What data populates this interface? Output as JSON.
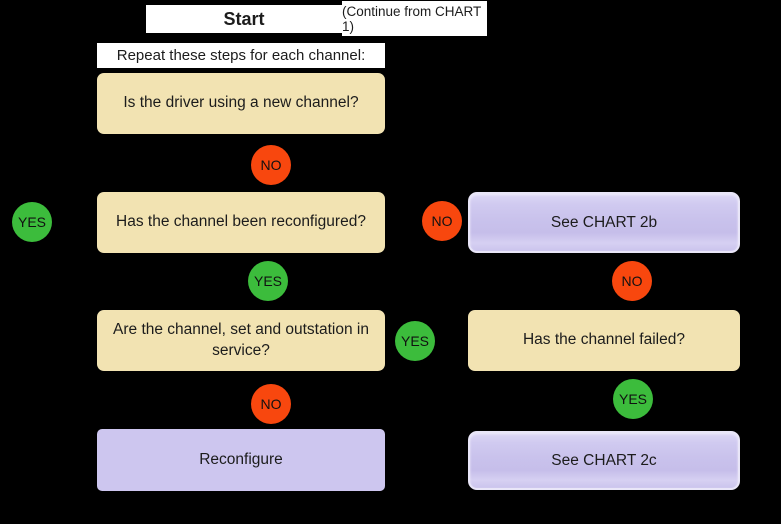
{
  "header": {
    "start_label": "Start",
    "continue_label": "(Continue from CHART 1)"
  },
  "instruction": "Repeat these steps for each channel:",
  "nodes": {
    "q_new_channel": "Is the driver using a new channel?",
    "q_reconfigured": "Has the channel been reconfigured?",
    "q_in_service": "Are the channel, set and outstation in service?",
    "q_failed": "Has the channel failed?",
    "see_chart_2b": "See CHART 2b",
    "reconfigure": "Reconfigure",
    "see_chart_2c": "See CHART 2c"
  },
  "labels": {
    "yes": "YES",
    "no": "NO"
  },
  "colors": {
    "background": "#000000",
    "question_bg": "#f2e3b2",
    "action_bg": "#cdc6ef",
    "yes_badge": "#3cbc3c",
    "no_badge": "#f8470e",
    "banner_bg": "#ffffff"
  }
}
